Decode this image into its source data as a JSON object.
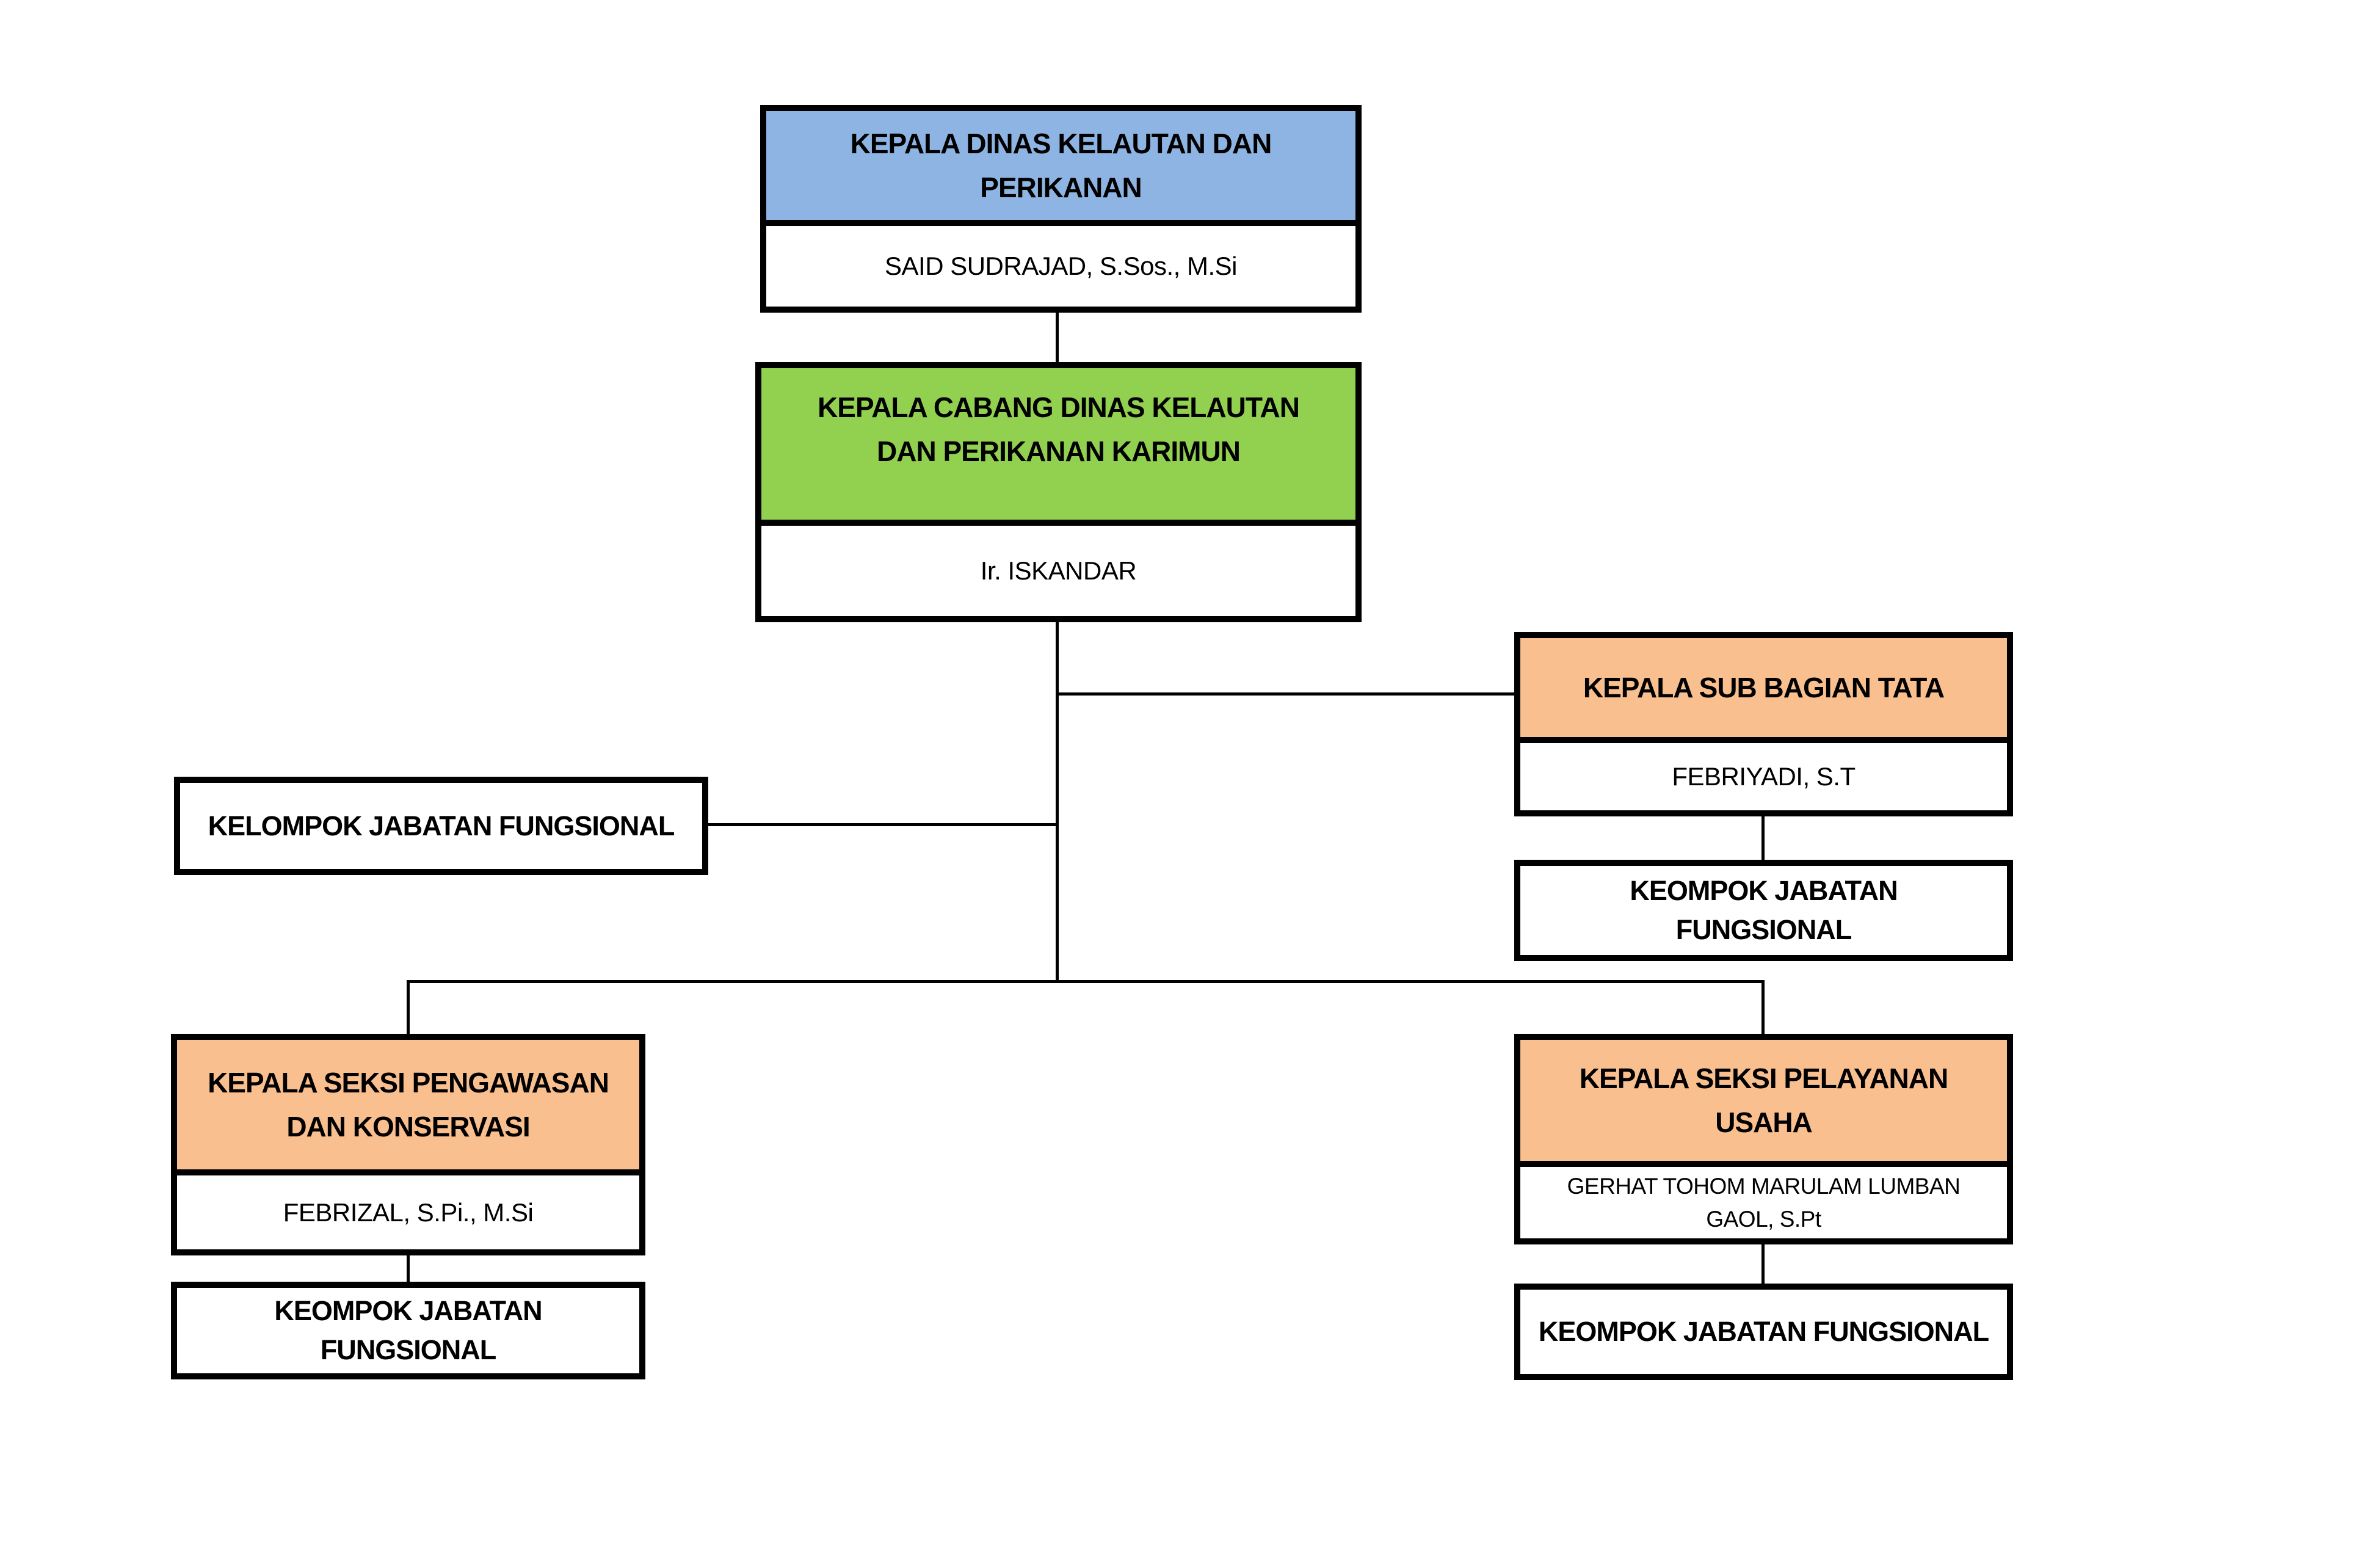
{
  "chart_title": "",
  "diagram_type": "org-chart",
  "colors": {
    "top_header": "#8DB4E2",
    "branch_header": "#92D050",
    "section_header": "#FABF8F",
    "box_background": "#FFFFFF",
    "border_and_lines": "#000000",
    "page_background": "#FFFFFF"
  },
  "nodes": {
    "kepala_dinas": {
      "role_lines": [
        "KEPALA DINAS KELAUTAN DAN",
        "PERIKANAN"
      ],
      "role_full": "KEPALA DINAS KELAUTAN DAN PERIKANAN",
      "name": "SAID SUDRAJAD, S.Sos., M.Si"
    },
    "kepala_cabang": {
      "role_lines": [
        "KEPALA CABANG DINAS KELAUTAN",
        "DAN PERIKANAN KARIMUN"
      ],
      "role_full": "KEPALA CABANG DINAS KELAUTAN DAN PERIKANAN KARIMUN",
      "name": "Ir. ISKANDAR"
    },
    "kasubbag_tata": {
      "role_lines": [
        "KEPALA SUB BAGIAN TATA"
      ],
      "role_full": "KEPALA SUB BAGIAN TATA",
      "name": "FEBRIYADI, S.T"
    },
    "kelompok_jabatan_fungsional": {
      "role_lines": [
        "KELOMPOK JABATAN FUNGSIONAL"
      ],
      "role_full": "KELOMPOK JABATAN FUNGSIONAL"
    },
    "keompok_tata": {
      "role_lines": [
        "KEOMPOK JABATAN",
        "FUNGSIONAL"
      ],
      "role_full": "KEOMPOK JABATAN FUNGSIONAL"
    },
    "kasi_pengawasan": {
      "role_lines": [
        "KEPALA SEKSI PENGAWASAN",
        "DAN KONSERVASI"
      ],
      "role_full": "KEPALA SEKSI PENGAWASAN DAN KONSERVASI",
      "name": "FEBRIZAL, S.Pi., M.Si"
    },
    "keompok_pengawasan": {
      "role_lines": [
        "KEOMPOK JABATAN",
        "FUNGSIONAL"
      ],
      "role_full": "KEOMPOK JABATAN FUNGSIONAL"
    },
    "kasi_pelayanan": {
      "role_lines": [
        "KEPALA SEKSI PELAYANAN",
        "USAHA"
      ],
      "role_full": "KEPALA SEKSI PELAYANAN USAHA",
      "name_lines": [
        "GERHAT TOHOM MARULAM LUMBAN",
        "GAOL, S.Pt"
      ],
      "name_full": "GERHAT TOHOM MARULAM LUMBAN GAOL, S.Pt"
    },
    "keompok_pelayanan": {
      "role_lines": [
        "KEOMPOK JABATAN FUNGSIONAL"
      ],
      "role_full": "KEOMPOK JABATAN FUNGSIONAL"
    }
  },
  "hierarchy_edges": [
    {
      "from": "kepala_dinas",
      "to": "kepala_cabang"
    },
    {
      "from": "kepala_cabang",
      "to": "kasubbag_tata"
    },
    {
      "from": "kepala_cabang",
      "to": "kelompok_jabatan_fungsional"
    },
    {
      "from": "kepala_cabang",
      "to": "kasi_pengawasan"
    },
    {
      "from": "kepala_cabang",
      "to": "kasi_pelayanan"
    },
    {
      "from": "kasubbag_tata",
      "to": "keompok_tata"
    },
    {
      "from": "kasi_pengawasan",
      "to": "keompok_pengawasan"
    },
    {
      "from": "kasi_pelayanan",
      "to": "keompok_pelayanan"
    }
  ]
}
